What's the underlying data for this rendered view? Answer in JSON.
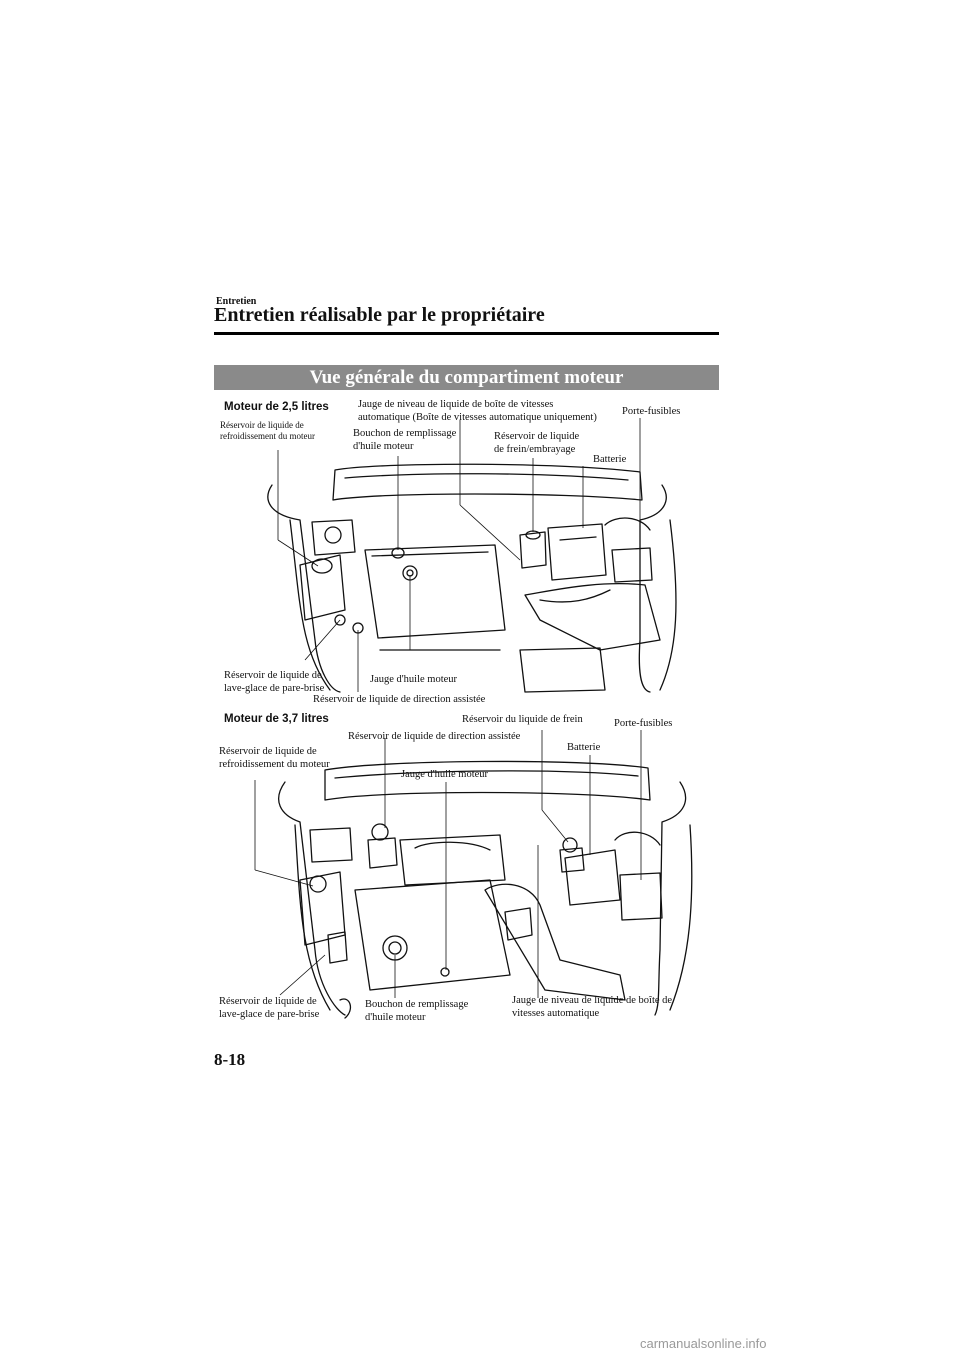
{
  "header": {
    "section": "Entretien",
    "title": "Entretien réalisable par le propriétaire"
  },
  "banner": "Vue générale du compartiment moteur",
  "engine_25": {
    "heading": "Moteur de 2,5 litres",
    "labels": {
      "coolant": [
        "Réservoir de liquide de",
        "refroidissement du moteur"
      ],
      "oil_cap": [
        "Bouchon de remplissage",
        "d'huile moteur"
      ],
      "atf_dipstick": [
        "Jauge de niveau de liquide de boîte de vitesses",
        "automatique (Boîte de vitesses automatique uniquement)"
      ],
      "brake_clutch": [
        "Réservoir de liquide",
        "de frein/embrayage"
      ],
      "battery": "Batterie",
      "fuse_box": "Porte-fusibles",
      "washer": [
        "Réservoir de liquide de",
        "lave-glace de pare-brise"
      ],
      "oil_dipstick": "Jauge d'huile moteur",
      "power_steering": "Réservoir de liquide de direction assistée"
    }
  },
  "engine_37": {
    "heading": "Moteur de 3,7 litres",
    "labels": {
      "coolant": [
        "Réservoir de liquide de",
        "refroidissement du moteur"
      ],
      "power_steering": "Réservoir de liquide de direction assistée",
      "oil_dipstick": "Jauge d'huile moteur",
      "brake": "Réservoir du liquide de frein",
      "battery": "Batterie",
      "fuse_box": "Porte-fusibles",
      "washer": [
        "Réservoir de liquide de",
        "lave-glace de pare-brise"
      ],
      "oil_cap": [
        "Bouchon de remplissage",
        "d'huile moteur"
      ],
      "atf_dipstick": [
        "Jauge de niveau de liquide de boîte de",
        "vitesses automatique"
      ]
    }
  },
  "page_number": "8-18",
  "footer": "carmanualsonline.info"
}
